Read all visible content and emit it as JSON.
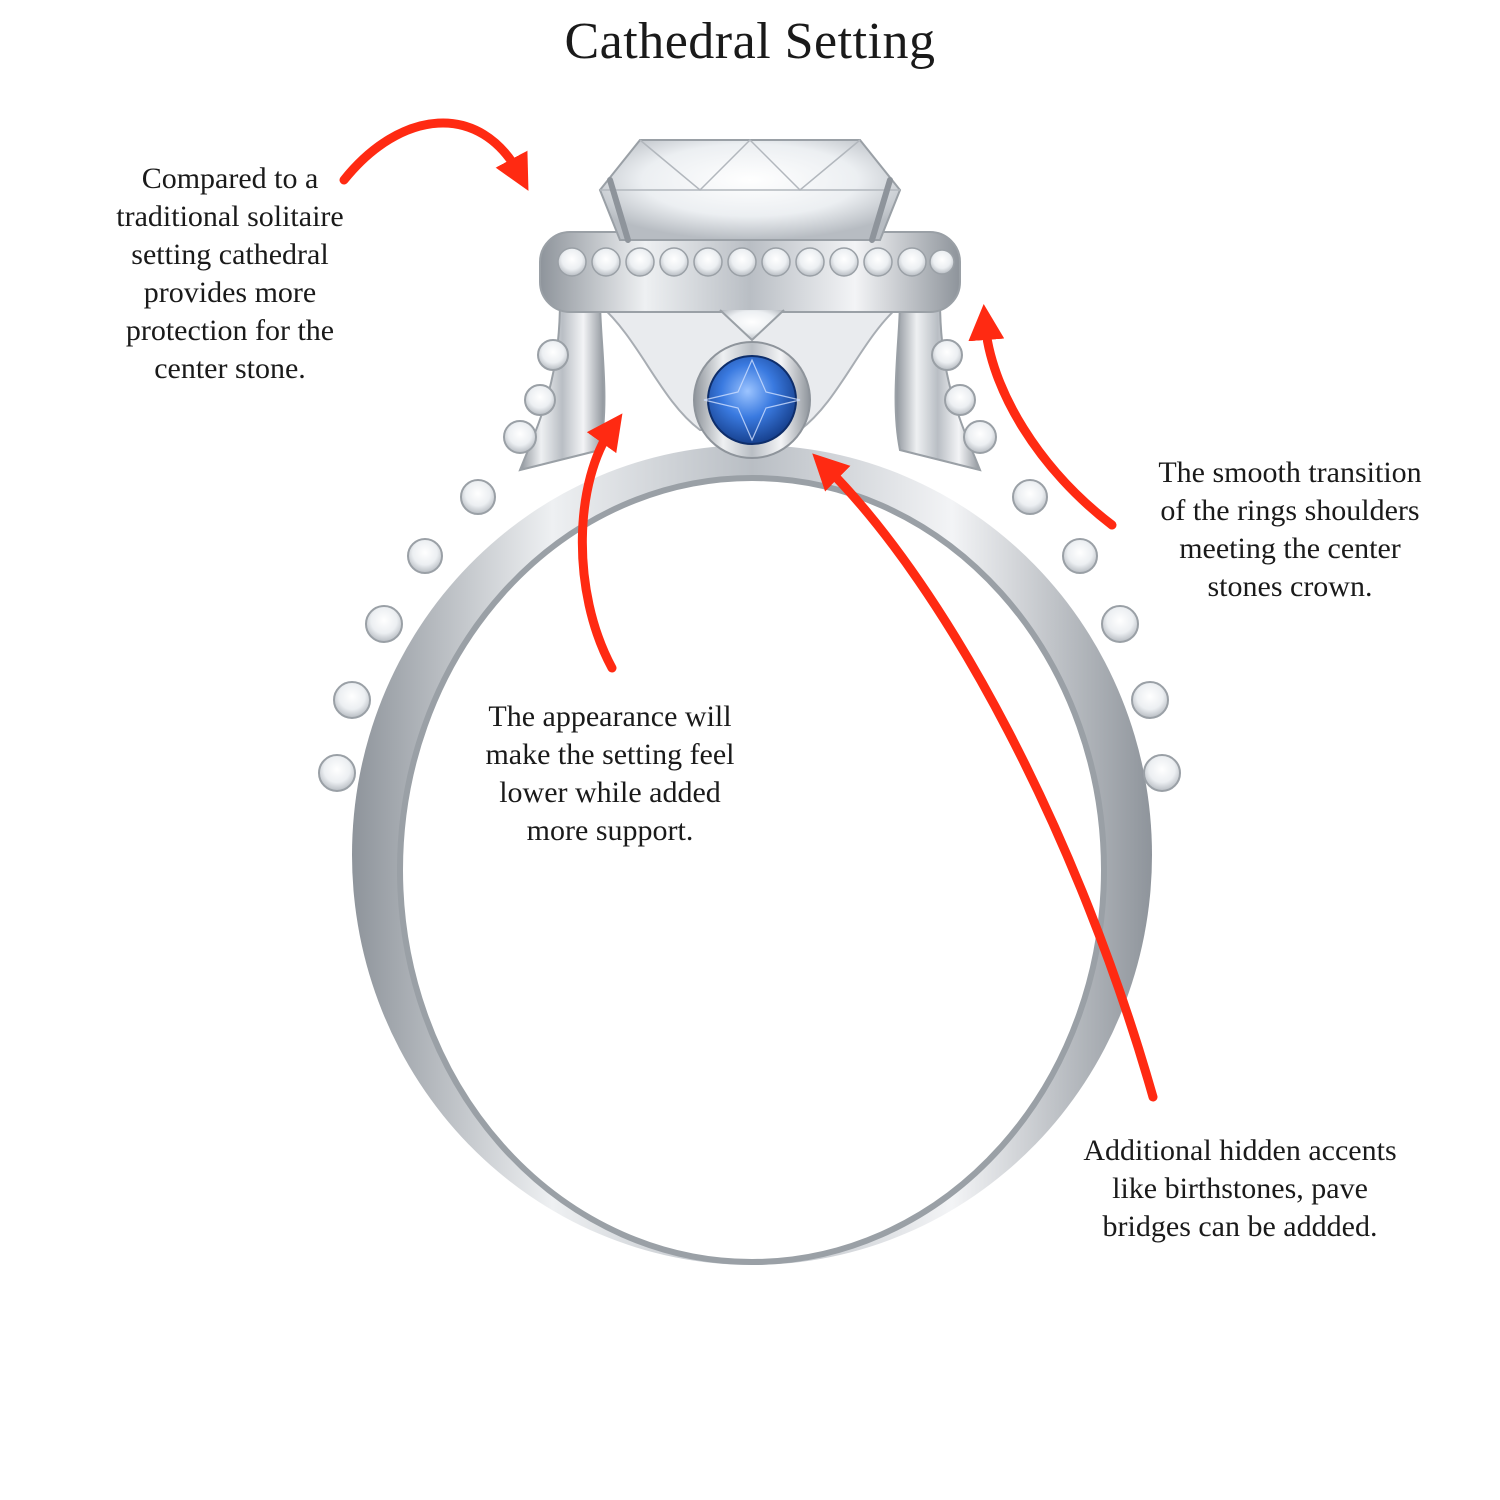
{
  "title": "Cathedral Setting",
  "callouts": {
    "top_left": "Compared to a\ntraditional solitaire\nsetting cathedral\nprovides more\nprotection for the\ncenter stone.",
    "right": "The smooth transition\nof the rings shoulders\nmeeting the center\nstones crown.",
    "center": "The appearance will\nmake the setting feel\nlower while added\nmore support.",
    "bottom_right": "Additional hidden accents\nlike birthstones, pave\nbridges can be addded."
  },
  "colors": {
    "arrow": "#ff2a12",
    "metal": "#cfd3d8",
    "metal_shadow": "#8e949b",
    "accent_stone": "#2f6fd6",
    "diamond": "#f4f6f8"
  }
}
